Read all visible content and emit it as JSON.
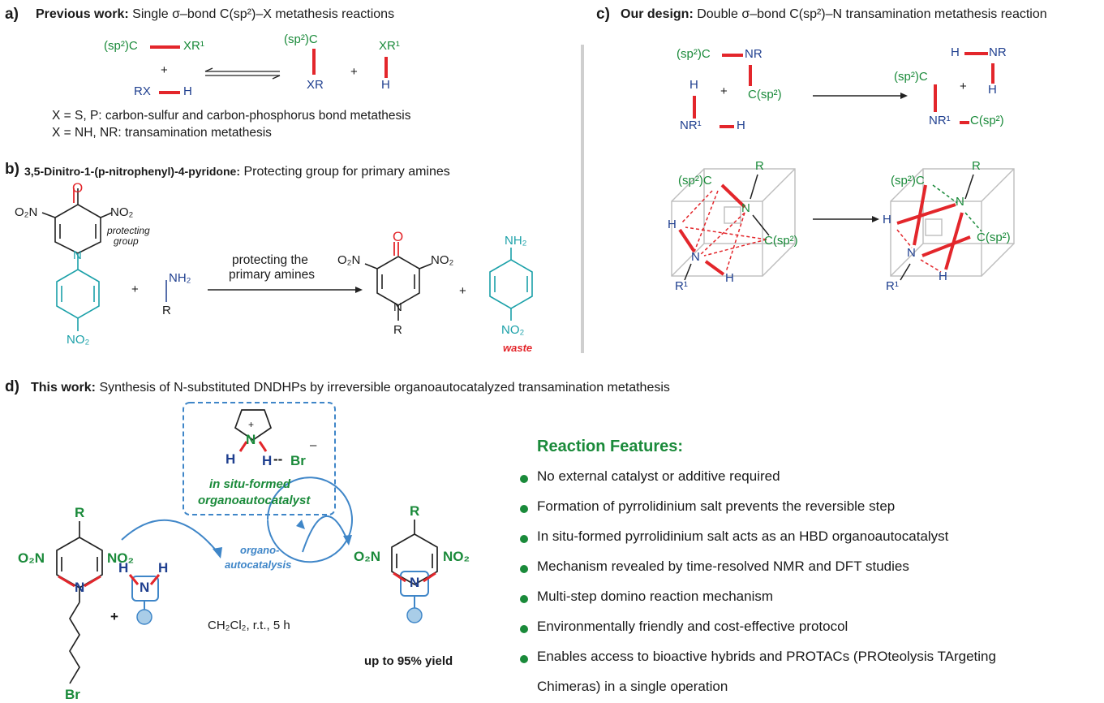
{
  "panel_a": {
    "label": "a)",
    "title_bold": "Previous work:",
    "title_rest": " Single σ–bond C(sp²)–X metathesis reactions",
    "labels": {
      "sp2c_1": "(sp²)C",
      "xr1_1": "XR¹",
      "plus_1": "+",
      "rx": "RX",
      "h_1": "H",
      "sp2c_2": "(sp²)C",
      "xr_2": "XR",
      "plus_2": "+",
      "xr1_2": "XR¹",
      "h_2": "H"
    },
    "note1": "X = S, P: carbon-sulfur and carbon-phosphorus bond metathesis",
    "note2": "X = NH, NR: transamination metathesis"
  },
  "panel_b": {
    "label": "b)",
    "title_bold": "3,5-Dinitro-1-(p-nitrophenyl)-4-pyridone:",
    "title_rest": " Protecting group for primary amines",
    "labels": {
      "o": "O",
      "o2n": "O₂N",
      "no2": "NO₂",
      "protecting": "protecting",
      "group": "group",
      "n": "N",
      "no2_bottom": "NO₂",
      "plus": "+",
      "nh2": "NH₂",
      "r": "R",
      "arrow_top1": "protecting the",
      "arrow_top2": "primary amines",
      "o_p": "O",
      "o2n_p": "O₂N",
      "no2_p": "NO₂",
      "n_p": "N",
      "r_p": "R",
      "plus2": "+",
      "nh2_w": "NH₂",
      "no2_w": "NO₂",
      "waste": "waste"
    }
  },
  "panel_c": {
    "label": "c)",
    "title_bold": "Our design:",
    "title_rest": " Double σ–bond C(sp²)–N transamination metathesis reaction",
    "labels": {
      "sp2c_1": "(sp²)C",
      "nr_1": "NR",
      "csp2_1": "C(sp²)",
      "h_1": "H",
      "nr1_1": "NR¹",
      "h_2": "H",
      "plus_1": "+",
      "h_3": "H",
      "nr_2": "NR",
      "h_4": "H",
      "sp2c_2": "(sp²)C",
      "nr1_2": "NR¹",
      "csp2_2": "C(sp²)",
      "plus_2": "+",
      "cube_r": "R",
      "cube_sp2c": "(sp²)C",
      "cube_n": "N",
      "cube_h1": "H",
      "cube_csp2": "C(sp²)",
      "cube_n2": "N",
      "cube_h2": "H",
      "cube_r1": "R¹",
      "cube2_r": "R",
      "cube2_sp2c": "(sp²)C",
      "cube2_n": "N",
      "cube2_h1": "H",
      "cube2_csp2": "C(sp²)",
      "cube2_n2": "N",
      "cube2_h2": "H",
      "cube2_r1": "R¹"
    }
  },
  "panel_d": {
    "label": "d)",
    "title_bold": "This work:",
    "title_rest": " Synthesis of N-substituted DNDHPs by irreversible organoautocatalyzed transamination metathesis",
    "catalyst": {
      "plus": "+",
      "n": "N",
      "h1": "H",
      "h2": "H",
      "dash": "--",
      "br": "Br",
      "minus": "–",
      "line1": "in situ-formed",
      "line2": "organoautocatalyst"
    },
    "cycle1": "organo-",
    "cycle2": "autocatalysis",
    "conditions": "CH₂Cl₂, r.t., 5 h",
    "yield": "up to 95% yield",
    "sm": {
      "r": "R",
      "o2n": "O₂N",
      "no2": "NO₂",
      "n": "N",
      "br": "Br"
    },
    "amine": {
      "h1": "H",
      "h2": "H",
      "n": "N",
      "plus": "+"
    },
    "prod": {
      "r": "R",
      "o2n": "O₂N",
      "no2": "NO₂",
      "n": "N"
    },
    "features_title": "Reaction Features:",
    "features": [
      "No external catalyst or additive required",
      "Formation of pyrrolidinium salt prevents the reversible step",
      "In situ-formed pyrrolidinium salt acts as an HBD organoautocatalyst",
      "Mechanism revealed by time-resolved NMR and DFT studies",
      "Multi-step domino reaction mechanism",
      "Environmentally friendly and cost-effective protocol",
      "Enables access to bioactive hybrids and PROTACs (PROteolysis TArgeting",
      "Chimeras) in a single operation"
    ]
  },
  "colors": {
    "green": "#1a8a3a",
    "blue": "#1f3f8f",
    "red": "#e3262b",
    "teal": "#1aa0a8",
    "cycle": "#3f86c8"
  }
}
